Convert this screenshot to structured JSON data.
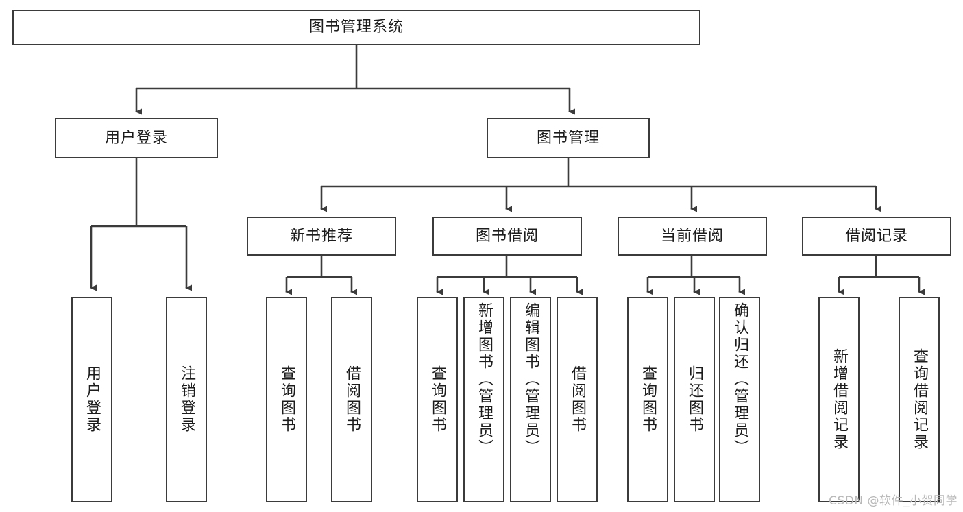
{
  "diagram": {
    "type": "tree",
    "orientation": "top-down",
    "root": {
      "label": "图书管理系统",
      "name": "root-node"
    },
    "level2": [
      {
        "label": "用户登录",
        "name": "node-user-login"
      },
      {
        "label": "图书管理",
        "name": "node-book-management"
      }
    ],
    "level3": [
      {
        "label": "新书推荐",
        "name": "node-new-book-recommend"
      },
      {
        "label": "图书借阅",
        "name": "node-book-borrow"
      },
      {
        "label": "当前借阅",
        "name": "node-current-borrow"
      },
      {
        "label": "借阅记录",
        "name": "node-borrow-record"
      }
    ],
    "leaves": {
      "user_login": [
        {
          "label": "用户登录",
          "name": "leaf-user-login"
        },
        {
          "label": "注销登录",
          "name": "leaf-logout"
        }
      ],
      "new_book_recommend": [
        {
          "label": "查询图书",
          "name": "leaf-query-book-1"
        },
        {
          "label": "借阅图书",
          "name": "leaf-borrow-book-1"
        }
      ],
      "book_borrow": [
        {
          "label": "查询图书",
          "name": "leaf-query-book-2"
        },
        {
          "label": "新增图书（管理员）",
          "name": "leaf-add-book-admin"
        },
        {
          "label": "编辑图书（管理员）",
          "name": "leaf-edit-book-admin"
        },
        {
          "label": "借阅图书",
          "name": "leaf-borrow-book-2"
        }
      ],
      "current_borrow": [
        {
          "label": "查询图书",
          "name": "leaf-query-book-3"
        },
        {
          "label": "归还图书",
          "name": "leaf-return-book"
        },
        {
          "label": "确认归还（管理员）",
          "name": "leaf-confirm-return-admin"
        }
      ],
      "borrow_record": [
        {
          "label": "新增借阅记录",
          "name": "leaf-add-borrow-record"
        },
        {
          "label": "查询借阅记录",
          "name": "leaf-query-borrow-record"
        }
      ]
    }
  },
  "watermark": {
    "text": "CSDN @软件_小贺同学"
  },
  "colors": {
    "stroke": "#3b3b3b",
    "background": "#ffffff",
    "text": "#1c1c1c",
    "watermark": "#b8b8b8"
  }
}
